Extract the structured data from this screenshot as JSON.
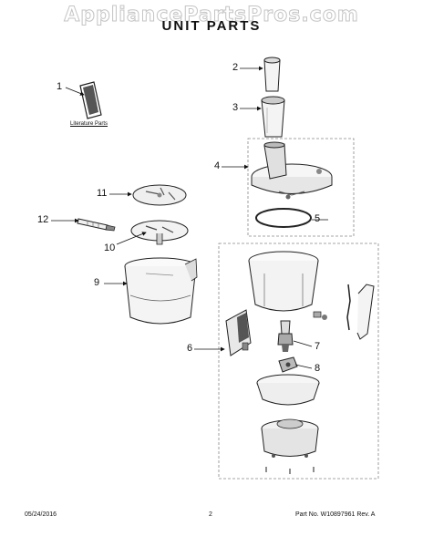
{
  "watermark": "AppliancePartsPros.com",
  "title": "UNIT PARTS",
  "literature_label": "Literature Parts",
  "callouts": [
    "1",
    "2",
    "3",
    "4",
    "5",
    "6",
    "7",
    "8",
    "9",
    "10",
    "11",
    "12"
  ],
  "footer": {
    "date": "05/24/2016",
    "page": "2",
    "part_number": "Part No.  W10897961  Rev. A"
  }
}
